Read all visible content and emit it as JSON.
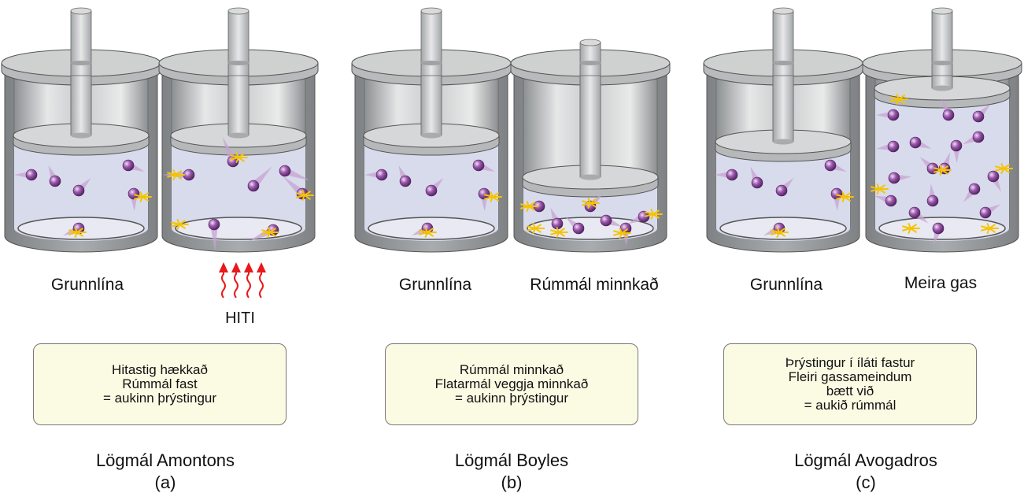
{
  "panels": [
    {
      "id": "a",
      "cylinder_labels": [
        "Grunnlína",
        "HITI"
      ],
      "heat_label": "HITI",
      "box_lines": [
        "Hitastig hækkað",
        "Rúmmál fast",
        "= aukinn þrýstingur"
      ],
      "law_name": "Lögmál Amontons",
      "law_letter": "(a)"
    },
    {
      "id": "b",
      "cylinder_labels": [
        "Grunnlína",
        "Rúmmál minnkað"
      ],
      "box_lines": [
        "Rúmmál minnkað",
        "Flatarmál veggja minnkað",
        "= aukinn þrýstingur"
      ],
      "law_name": "Lögmál Boyles",
      "law_letter": "(b)"
    },
    {
      "id": "c",
      "cylinder_labels": [
        "Grunnlína",
        "Meira gas"
      ],
      "box_lines": [
        "Þrýstingur í íláti fastur",
        "Fleiri gassameindum",
        "bætt við",
        "= aukið rúmmál"
      ],
      "law_name": "Lögmál Avogadros",
      "law_letter": "(c)"
    }
  ],
  "colors": {
    "cylinder_body": "#8f9294",
    "cylinder_rim": "#cfd1d1",
    "gas": "#d8dbec",
    "molecule": "#7b3f8c",
    "collision": "#f5c400",
    "heat_arrow": "#e8191c"
  }
}
